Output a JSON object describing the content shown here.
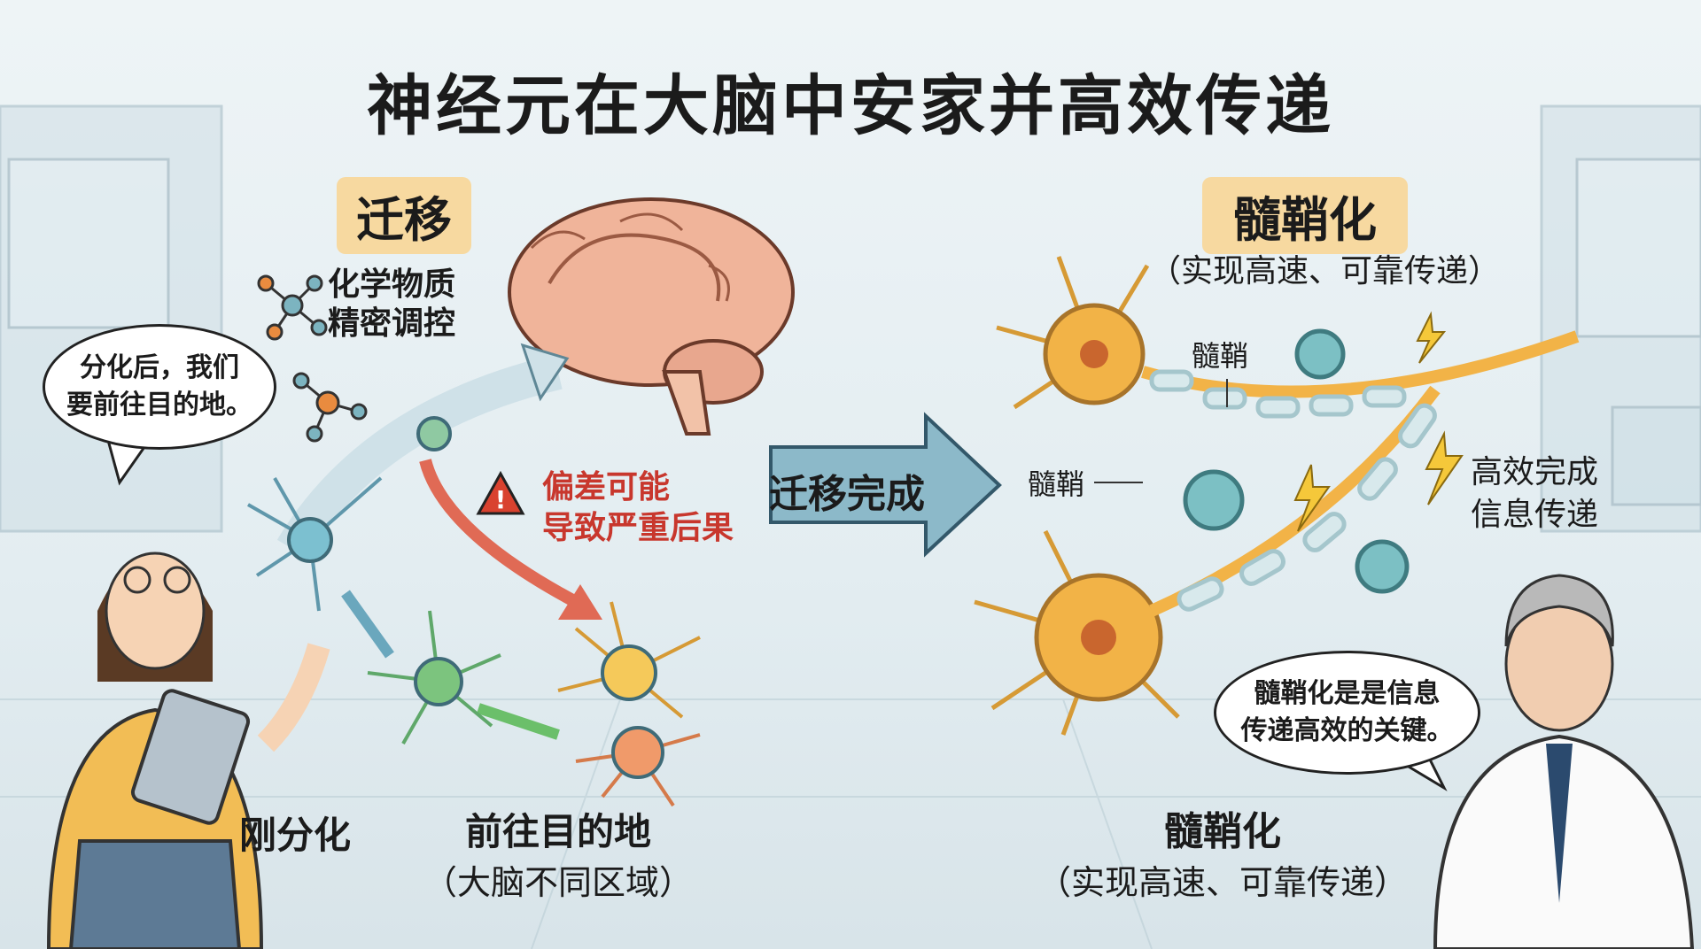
{
  "title": "神经元在大脑中安家并高效传递",
  "migration": {
    "tag": "迁移",
    "chemical_line1": "化学物质",
    "chemical_line2": "精密调控",
    "bubble_line1": "分化后，我们",
    "bubble_line2": "要前往目的地。",
    "warning_line1": "偏差可能",
    "warning_line2": "导致严重后果",
    "label_new": "刚分化",
    "label_dest": "前往目的地",
    "label_dest_sub": "（大脑不同区域）"
  },
  "transition": {
    "label": "迁移完成"
  },
  "myelination": {
    "tag": "髓鞘化",
    "subtitle": "（实现高速、可靠传递）",
    "sheath_label_top": "髓鞘",
    "sheath_label_left": "髓鞘",
    "efficient_line1": "高效完成",
    "efficient_line2": "信息传递",
    "bubble_line1": "髓鞘化是是信息",
    "bubble_line2": "传递高效的关键。",
    "bottom_label": "髓鞘化",
    "bottom_sub": "（实现高速、可靠传递）"
  },
  "colors": {
    "tag_bg": "#f7d9a0",
    "warning": "#c8372d",
    "arrow": "#5f97ab",
    "neuron_orange": "#f2b347",
    "neuron_teal": "#7cc0c4",
    "neuron_green": "#7cc47e"
  }
}
